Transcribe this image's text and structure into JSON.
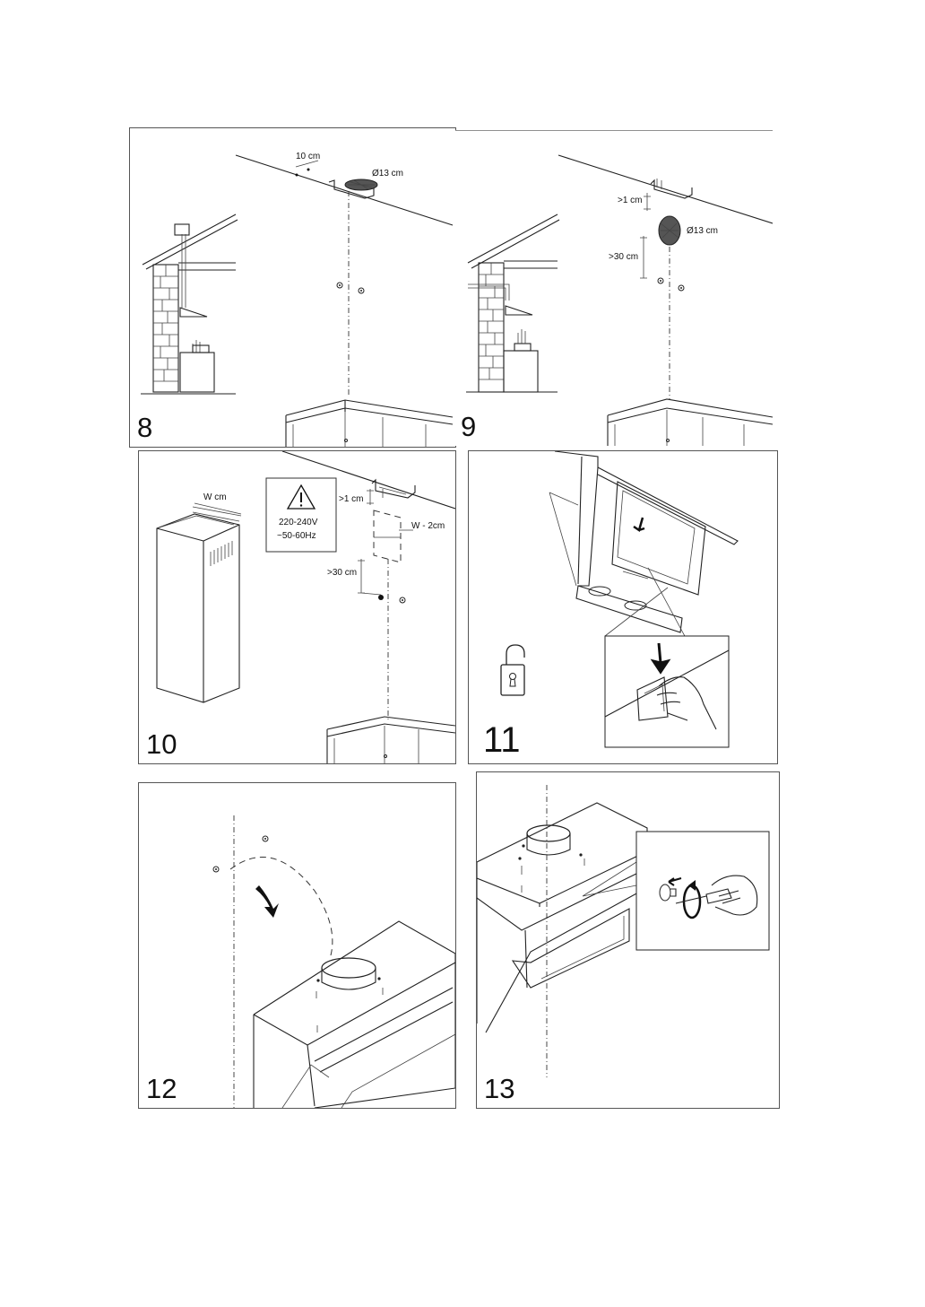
{
  "steps": [
    {
      "number": "8",
      "labels": {
        "distance": "10 cm",
        "diameter": "Ø13 cm"
      }
    },
    {
      "number": "9",
      "labels": {
        "gap": ">1 cm",
        "diameter": "Ø13 cm",
        "height": ">30 cm"
      }
    },
    {
      "number": "10",
      "labels": {
        "width": "W cm",
        "gap": ">1 cm",
        "voltage": "220-240V",
        "frequency": "~50-60Hz",
        "offset": "W - 2cm",
        "height": ">30 cm"
      }
    },
    {
      "number": "11"
    },
    {
      "number": "12"
    },
    {
      "number": "13"
    }
  ],
  "icons": [
    "warning-triangle-icon",
    "unlock-padlock-icon",
    "screwdriver-icon",
    "rotation-arrow-icon"
  ]
}
